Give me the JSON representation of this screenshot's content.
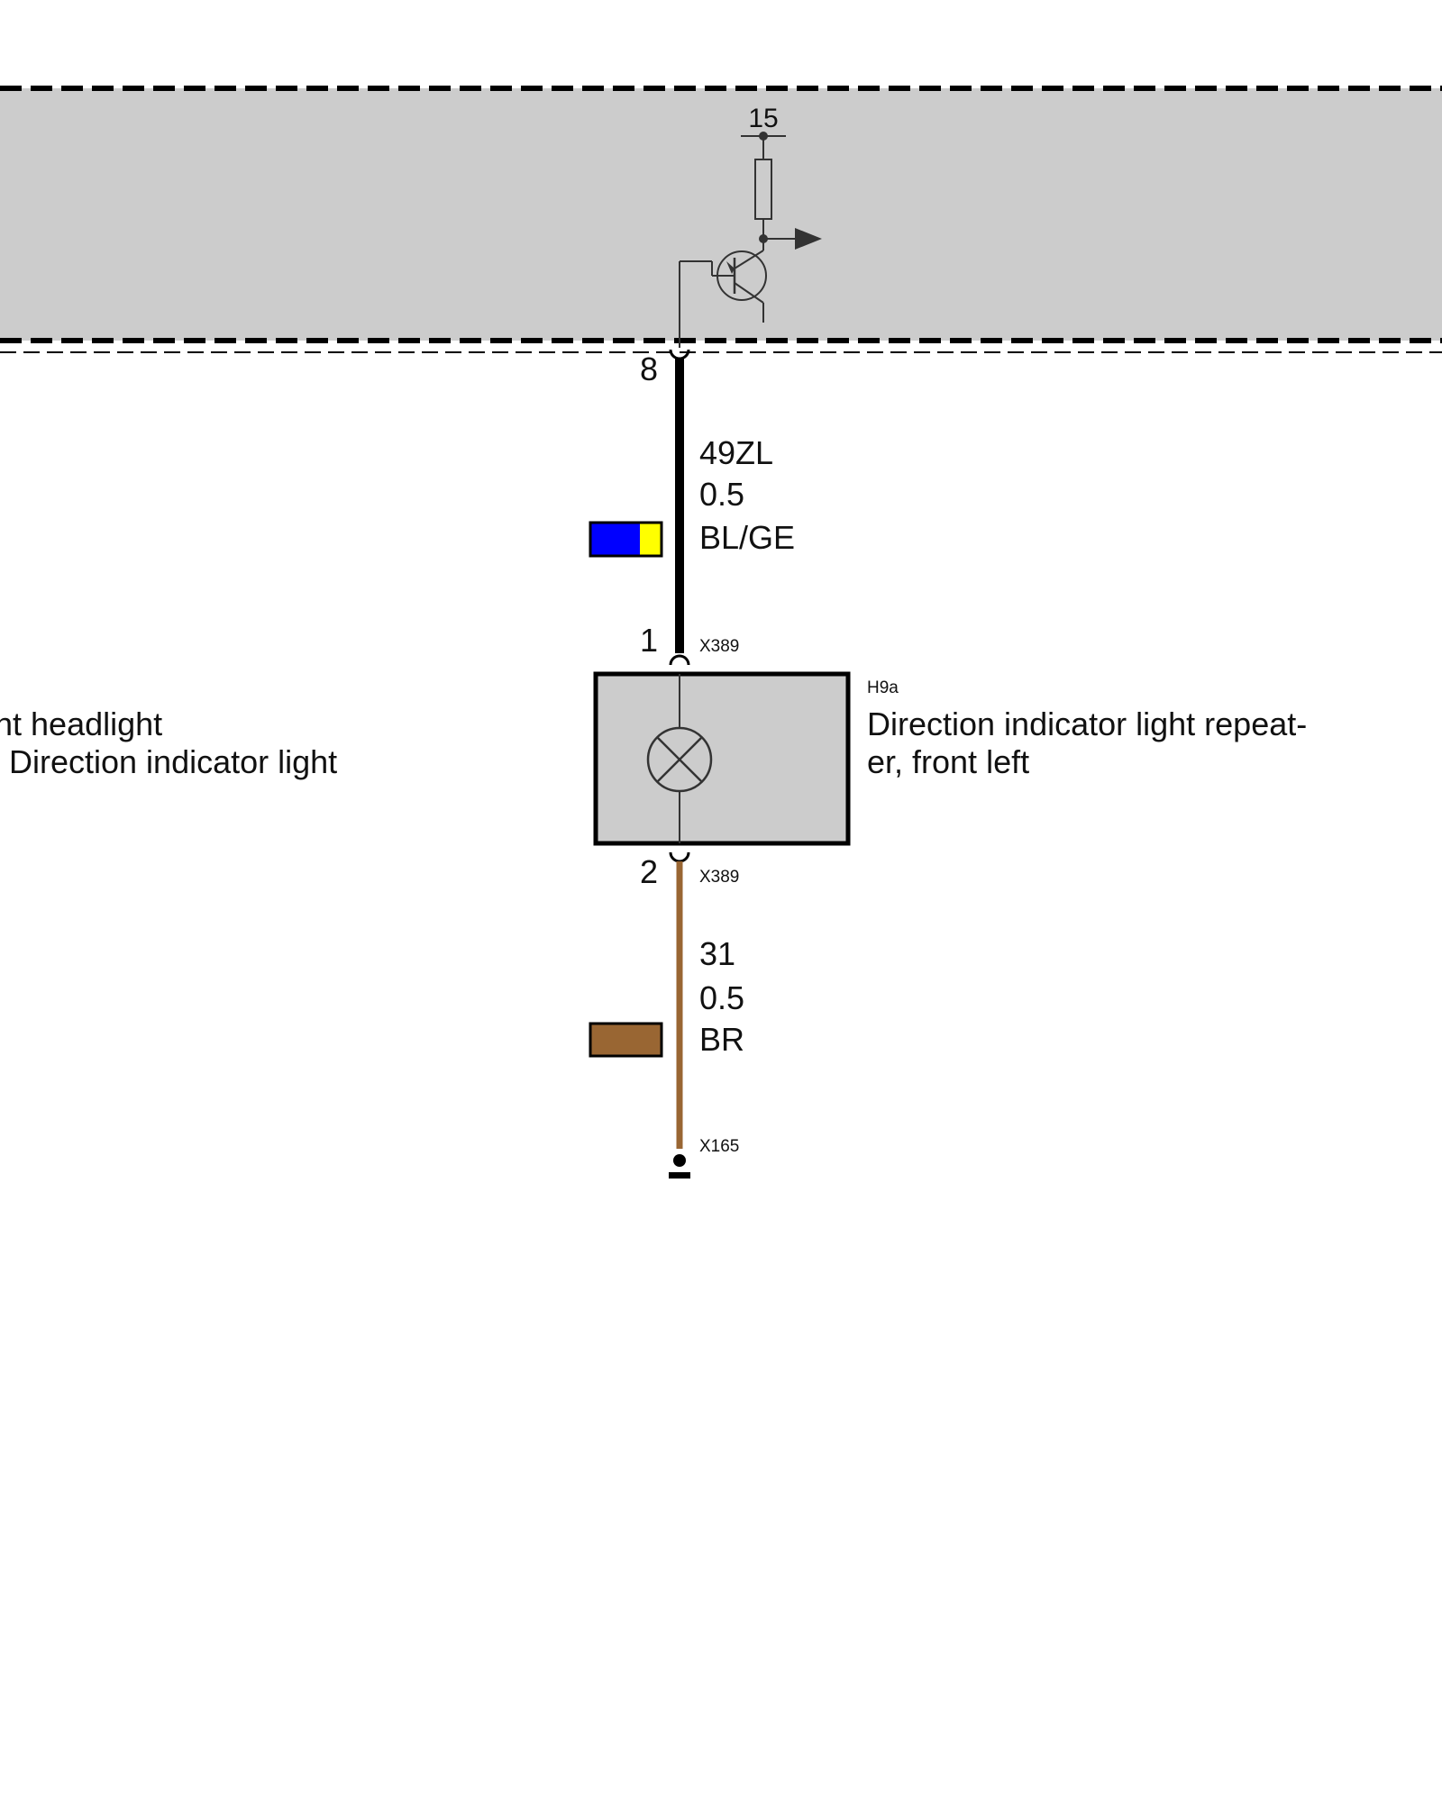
{
  "control_unit": {
    "fill_color": "#cccccc",
    "terminal_label": "15",
    "output_pin": "8"
  },
  "wire_upper": {
    "signal": "49ZL",
    "cross_section": "0.5",
    "color_code": "BL/GE",
    "color_primary": "#0000ff",
    "color_stripe": "#ffff00",
    "line_color": "#000000"
  },
  "lamp": {
    "id": "H9a",
    "description_line1": "Direction indicator light repeat-",
    "description_line2": "er, front left",
    "pin_in": "1",
    "pin_out": "2",
    "connector_in": "X389",
    "connector_out": "X389",
    "fill_color": "#cccccc"
  },
  "wire_lower": {
    "signal": "31",
    "cross_section": "0.5",
    "color_code": "BR",
    "color_primary": "#996633",
    "line_color": "#996633"
  },
  "ground": {
    "connector": "X165"
  },
  "left_cut_off_text": {
    "line1": "ht headlight",
    "line2": "Direction indicator light"
  }
}
